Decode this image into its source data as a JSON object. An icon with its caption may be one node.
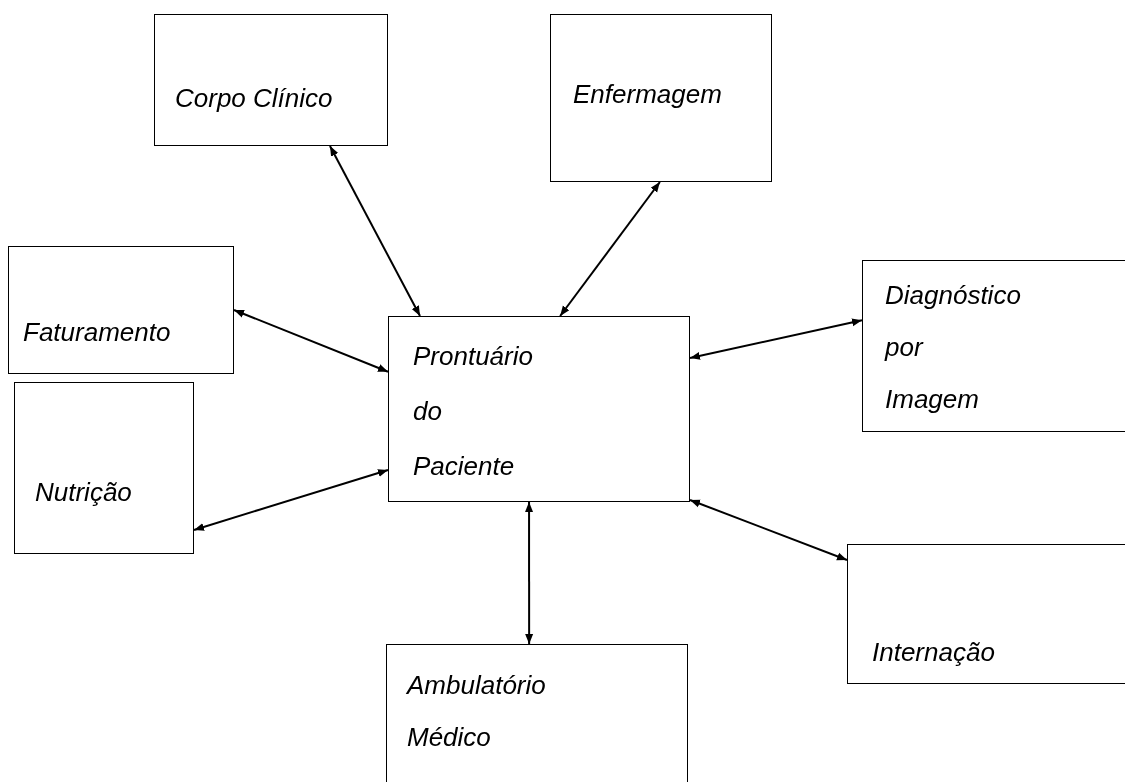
{
  "diagram": {
    "nodes": [
      {
        "text": [
          "Prontuário do Paciente"
        ]
      },
      {
        "text": [
          "Corpo Clínico"
        ]
      },
      {
        "text": [
          "Enfermagem"
        ]
      },
      {
        "text": [
          "Faturamento"
        ]
      },
      {
        "text": [
          "Diagnóstico por Imagem"
        ]
      },
      {
        "text": [
          "Nutrição"
        ]
      },
      {
        "text": [
          "Internação"
        ]
      },
      {
        "text": [
          "Ambulatório Médico"
        ]
      }
    ],
    "edges": [
      {
        "from": 0,
        "to": 1,
        "arrow": "both"
      },
      {
        "from": 0,
        "to": 2,
        "arrow": "both"
      },
      {
        "from": 0,
        "to": 3,
        "arrow": "both"
      },
      {
        "from": 0,
        "to": 4,
        "arrow": "both"
      },
      {
        "from": 0,
        "to": 5,
        "arrow": "both"
      },
      {
        "from": 0,
        "to": 6,
        "arrow": "both"
      },
      {
        "from": 0,
        "to": 7,
        "arrow": "both"
      }
    ]
  }
}
